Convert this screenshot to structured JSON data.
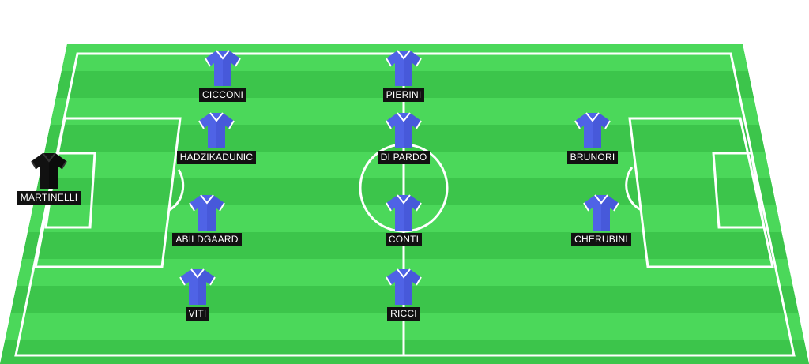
{
  "colors": {
    "outfield_shirt": "#4f63e6",
    "outfield_shirt_dark": "#3949c4",
    "goalkeeper_shirt": "#111111",
    "shirt_trim": "#ffffff",
    "label_bg": "#111111",
    "label_text": "#ffffff",
    "pitch_light": "#4bd85a",
    "pitch_dark": "#3cc54b",
    "line": "#ffffff"
  },
  "players": [
    {
      "id": "martinelli",
      "name": "MARTINELLI",
      "role": "goalkeeper"
    },
    {
      "id": "cicconi",
      "name": "CICCONI",
      "role": "outfield"
    },
    {
      "id": "hadzikadunic",
      "name": "HADZIKADUNIC",
      "role": "outfield"
    },
    {
      "id": "abildgaard",
      "name": "ABILDGAARD",
      "role": "outfield"
    },
    {
      "id": "viti",
      "name": "VITI",
      "role": "outfield"
    },
    {
      "id": "pierini",
      "name": "PIERINI",
      "role": "outfield"
    },
    {
      "id": "di-pardo",
      "name": "DI PARDO",
      "role": "outfield"
    },
    {
      "id": "conti",
      "name": "CONTI",
      "role": "outfield"
    },
    {
      "id": "ricci",
      "name": "RICCI",
      "role": "outfield"
    },
    {
      "id": "brunori",
      "name": "BRUNORI",
      "role": "outfield"
    },
    {
      "id": "cherubini",
      "name": "CHERUBINI",
      "role": "outfield"
    }
  ]
}
